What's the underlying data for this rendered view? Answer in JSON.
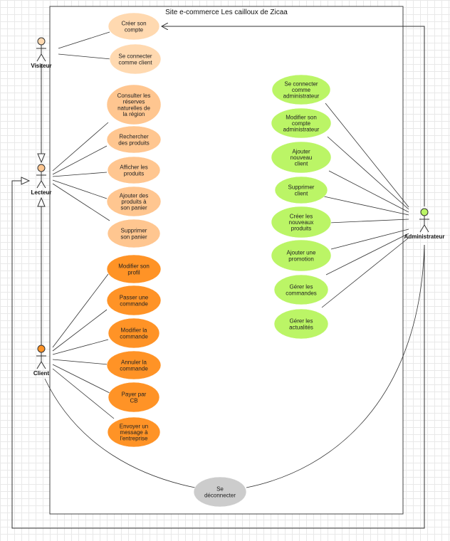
{
  "system": {
    "title": "Site e-commerce Les cailloux de Zicaa"
  },
  "colors": {
    "visiteur": "#ffd9b0",
    "lecteur": "#ffc690",
    "client": "#ff9326",
    "admin": "#bbf566",
    "disconnect": "#cccccc",
    "line": "#333333"
  },
  "actors": {
    "visiteur": "Visiteur",
    "lecteur": "Lecteur",
    "client": "Client",
    "administrateur": "Administrateur"
  },
  "use_cases": {
    "visiteur": [
      [
        "Créer son",
        "compte"
      ],
      [
        "Se connecter",
        "comme client"
      ]
    ],
    "lecteur": [
      [
        "Consulter les",
        "réserves",
        "naturelles de",
        "la région"
      ],
      [
        "Rechercher",
        "des produits"
      ],
      [
        "Afficher les",
        "produits"
      ],
      [
        "Ajouter des",
        "produits à",
        "son panier"
      ],
      [
        "Supprimer",
        "son panier"
      ]
    ],
    "client": [
      [
        "Modifier son",
        "profil"
      ],
      [
        "Passer une",
        "commande"
      ],
      [
        "Modifier la",
        "commande"
      ],
      [
        "Annuler la",
        "commande"
      ],
      [
        "Payer par",
        "CB"
      ],
      [
        "Envoyer un",
        "message à",
        "l'entreprise"
      ]
    ],
    "admin": [
      [
        "Se connecter",
        "comme",
        "administrateur"
      ],
      [
        "Modifier son",
        "compte",
        "administrateur"
      ],
      [
        "Ajouter",
        "nouveau",
        "client"
      ],
      [
        "Supprimer",
        "client"
      ],
      [
        "Créer les",
        "nouveaux",
        "produits"
      ],
      [
        "Ajouter une",
        "promotion"
      ],
      [
        "Gérer les",
        "commandes"
      ],
      [
        "Gérer les",
        "actualités"
      ]
    ],
    "common": [
      [
        "Se",
        "déconnecter"
      ]
    ]
  }
}
